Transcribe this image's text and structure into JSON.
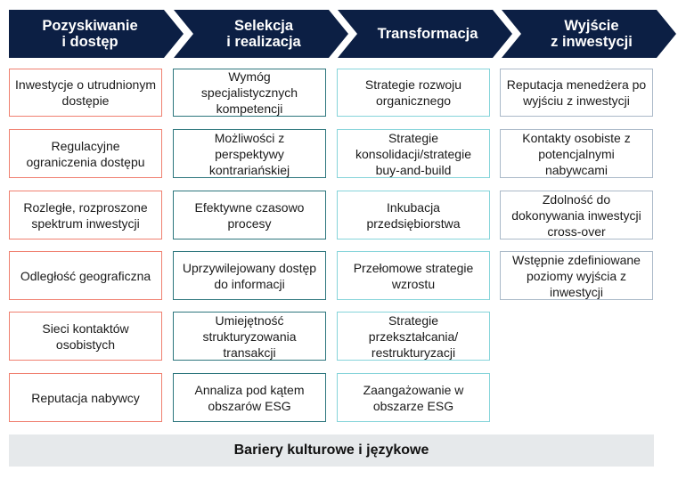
{
  "stages": [
    {
      "title": "Pozyskiwanie\ni dostęp",
      "items": [
        "Inwestycje o utrudnionym dostępie",
        "Regulacyjne ograniczenia dostępu",
        "Rozległe, rozproszone spektrum inwestycji",
        "Odległość geograficzna",
        "Sieci kontaktów osobistych",
        "Reputacja nabywcy"
      ]
    },
    {
      "title": "Selekcja\ni realizacja",
      "items": [
        "Wymóg specjalistycznych kompetencji",
        "Możliwości z perspektywy kontrariańskiej",
        "Efektywne czasowo procesy",
        "Uprzywilejowany dostęp do informacji",
        "Umiejętność strukturyzowania transakcji",
        "Annaliza pod kątem obszarów ESG"
      ]
    },
    {
      "title": "Transformacja",
      "items": [
        "Strategie rozwoju organicznego",
        "Strategie konsolidacji/strategie buy-and-build",
        "Inkubacja przedsiębiorstwa",
        "Przełomowe strategie wzrostu",
        "Strategie przekształcania/ restrukturyzacji",
        "Zaangażowanie w obszarze ESG"
      ]
    },
    {
      "title": "Wyjście\nz inwestycji",
      "items": [
        "Reputacja menedżera po wyjściu z inwestycji",
        "Kontakty osobiste z potencjalnymi nabywcami",
        "Zdolność do dokonywania inwestycji cross-over",
        "Wstępnie zdefiniowane poziomy wyjścia z inwestycji"
      ]
    }
  ],
  "footer": "Bariery kulturowe i językowe",
  "colors": {
    "header": "#0c1f44",
    "col1": "#f08070",
    "col2": "#2d767d",
    "col3": "#86d4da",
    "col4": "#aab9c8",
    "footer_bg": "#e6e9eb"
  }
}
